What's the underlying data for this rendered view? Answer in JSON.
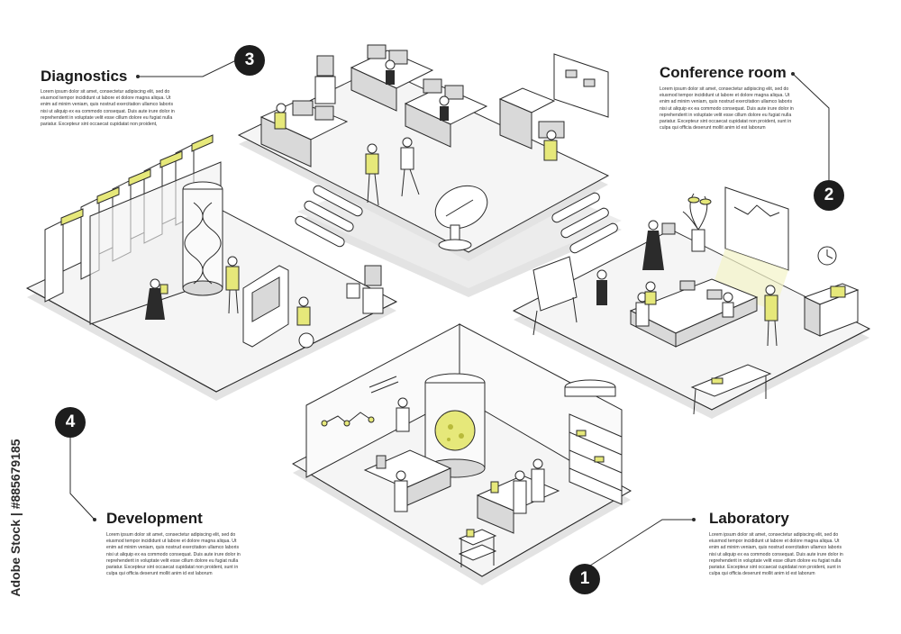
{
  "sections": {
    "diagnostics": {
      "title": "Diagnostics",
      "number": "3",
      "text": "Lorem ipsum dolor sit amet, consectetur adipiscing elit, sed do eiusmod tempor incididunt ut labore et dolore magna aliqua. Ut enim ad minim veniam, quis nostrud exercitation ullamco laboris nisi ut aliquip ex ea commodo consequat. Duis aute irure dolor in reprehenderit in voluptate velit esse cillum dolore eu fugiat nulla pariatur. Excepteur sint occaecat cupidatat non proident,"
    },
    "conference": {
      "title": "Conference room",
      "number": "2",
      "text": "Lorem ipsum dolor sit amet, consectetur adipiscing elit, sed do eiusmod tempor incididunt ut labore et dolore magna aliqua. Ut enim ad minim veniam, quis nostrud exercitation ullamco laboris nisi ut aliquip ex ea commodo consequat. Duis aute irure dolor in reprehenderit in voluptate velit esse cillum dolore eu fugiat nulla pariatur. Excepteur sint occaecat cupidatat non proident, sunt in culpa qui officia deserunt mollit anim id est laborum"
    },
    "development": {
      "title": "Development",
      "number": "4",
      "text": "Lorem ipsum dolor sit amet, consectetur adipiscing elit, sed do eiusmod tempor incididunt ut labore et dolore magna aliqua. Ut enim ad minim veniam, quis nostrud exercitation ullamco laboris nisi ut aliquip ex ea commodo consequat. Duis aute irure dolor in reprehenderit in voluptate velit esse cillum dolore eu fugiat nulla pariatur. Excepteur sint occaecat cupidatat non proident, sunt in culpa qui officia deserunt mollit anim id est laborum"
    },
    "laboratory": {
      "title": "Laboratory",
      "number": "1",
      "text": "Lorem ipsum dolor sit amet, consectetur adipiscing elit, sed do eiusmod tempor incididunt ut labore et dolore magna aliqua. Ut enim ad minim veniam, quis nostrud exercitation ullamco laboris nisi ut aliquip ex ea commodo consequat. Duis aute irure dolor in reprehenderit in voluptate velit esse cillum dolore eu fugiat nulla pariatur. Excepteur sint occaecat cupidatat non proident, sunt in culpa qui officia deserunt mollit anim id est laborum"
    }
  },
  "watermark": {
    "side_text": "Adobe Stock | #885679185"
  },
  "colors": {
    "accent": "#e6e87a",
    "line": "#2b2b2b",
    "floor": "#f4f4f4",
    "floor_shadow": "#e2e2e2",
    "badge": "#1d1d1d"
  }
}
